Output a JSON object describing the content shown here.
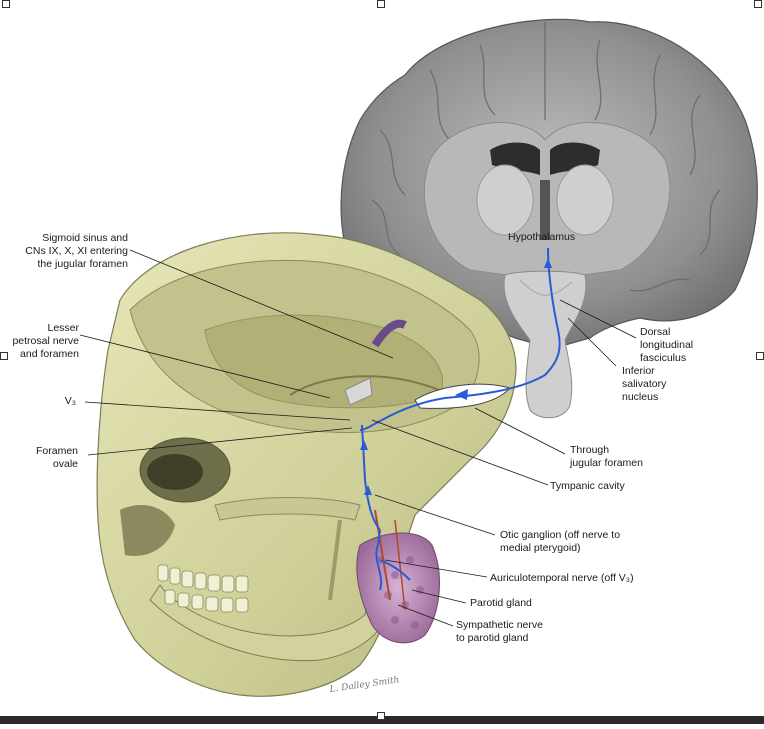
{
  "labels": {
    "sigmoid": [
      "Sigmoid sinus and",
      "CNs IX, X, XI entering",
      "the jugular foramen"
    ],
    "lesser_petrosal": [
      "Lesser",
      "petrosal nerve",
      "and foramen"
    ],
    "v3": "V₃",
    "foramen_ovale": [
      "Foramen",
      "ovale"
    ],
    "hypothalamus": "Hypothalamus",
    "dorsal_longitudinal": [
      "Dorsal",
      "longitudinal",
      "fasciculus"
    ],
    "inferior_salivatory": [
      "Inferior",
      "salivatory",
      "nucleus"
    ],
    "through_jugular": [
      "Through",
      "jugular foramen"
    ],
    "tympanic": "Tympanic cavity",
    "otic_ganglion": [
      "Otic ganglion (off nerve to",
      "medial pterygoid)"
    ],
    "auriculotemporal": "Auriculotemporal nerve (off V₃)",
    "parotid": "Parotid gland",
    "sympathetic": [
      "Sympathetic nerve",
      "to parotid gland"
    ]
  },
  "colors": {
    "nerve_pathway": "#2a5bd7",
    "bone": "#d9d9a6",
    "brain_gray": "#8a8a8a",
    "parotid": "#b98ab8"
  },
  "signature": "L. Dalley Smith"
}
